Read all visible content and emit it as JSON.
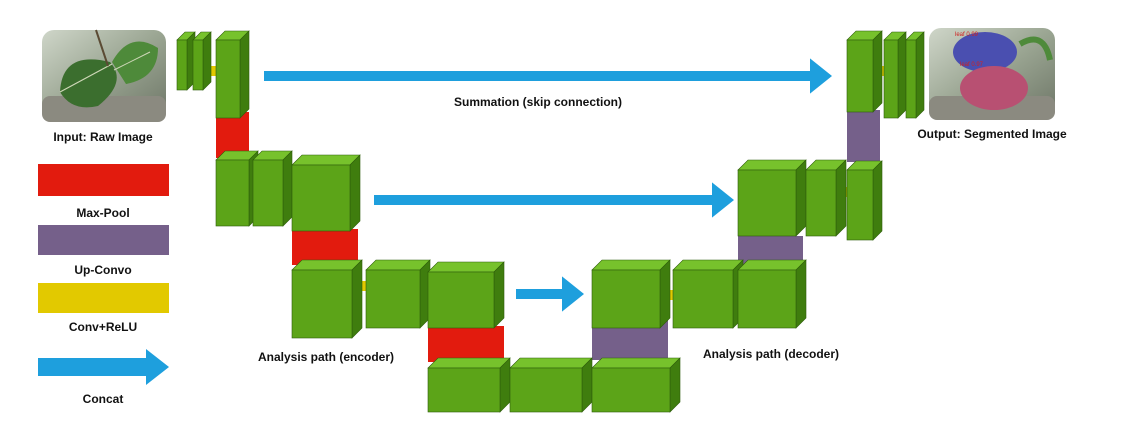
{
  "labels": {
    "input": "Input: Raw Image",
    "output": "Output: Segmented Image",
    "skip": "Summation (skip connection)",
    "encoder": "Analysis path (encoder)",
    "decoder": "Analysis path (decoder)"
  },
  "legend": {
    "maxpool": "Max-Pool",
    "upconv": "Up-Convo",
    "convrelu": "Conv+ReLU",
    "concat": "Concat"
  },
  "output_image": {
    "tag1": "leaf 0.99",
    "tag2": "leaf 0.97"
  },
  "colors": {
    "conv_front": "#5ca418",
    "conv_top": "#77c22c",
    "conv_side": "#3f7d0e",
    "maxpool": "#e21b0e",
    "upconv": "#75608a",
    "convrelu": "#e2c900",
    "arrow": "#1e9fdd",
    "leaf_blue": "#4a4fb0",
    "leaf_red": "#b85072"
  }
}
